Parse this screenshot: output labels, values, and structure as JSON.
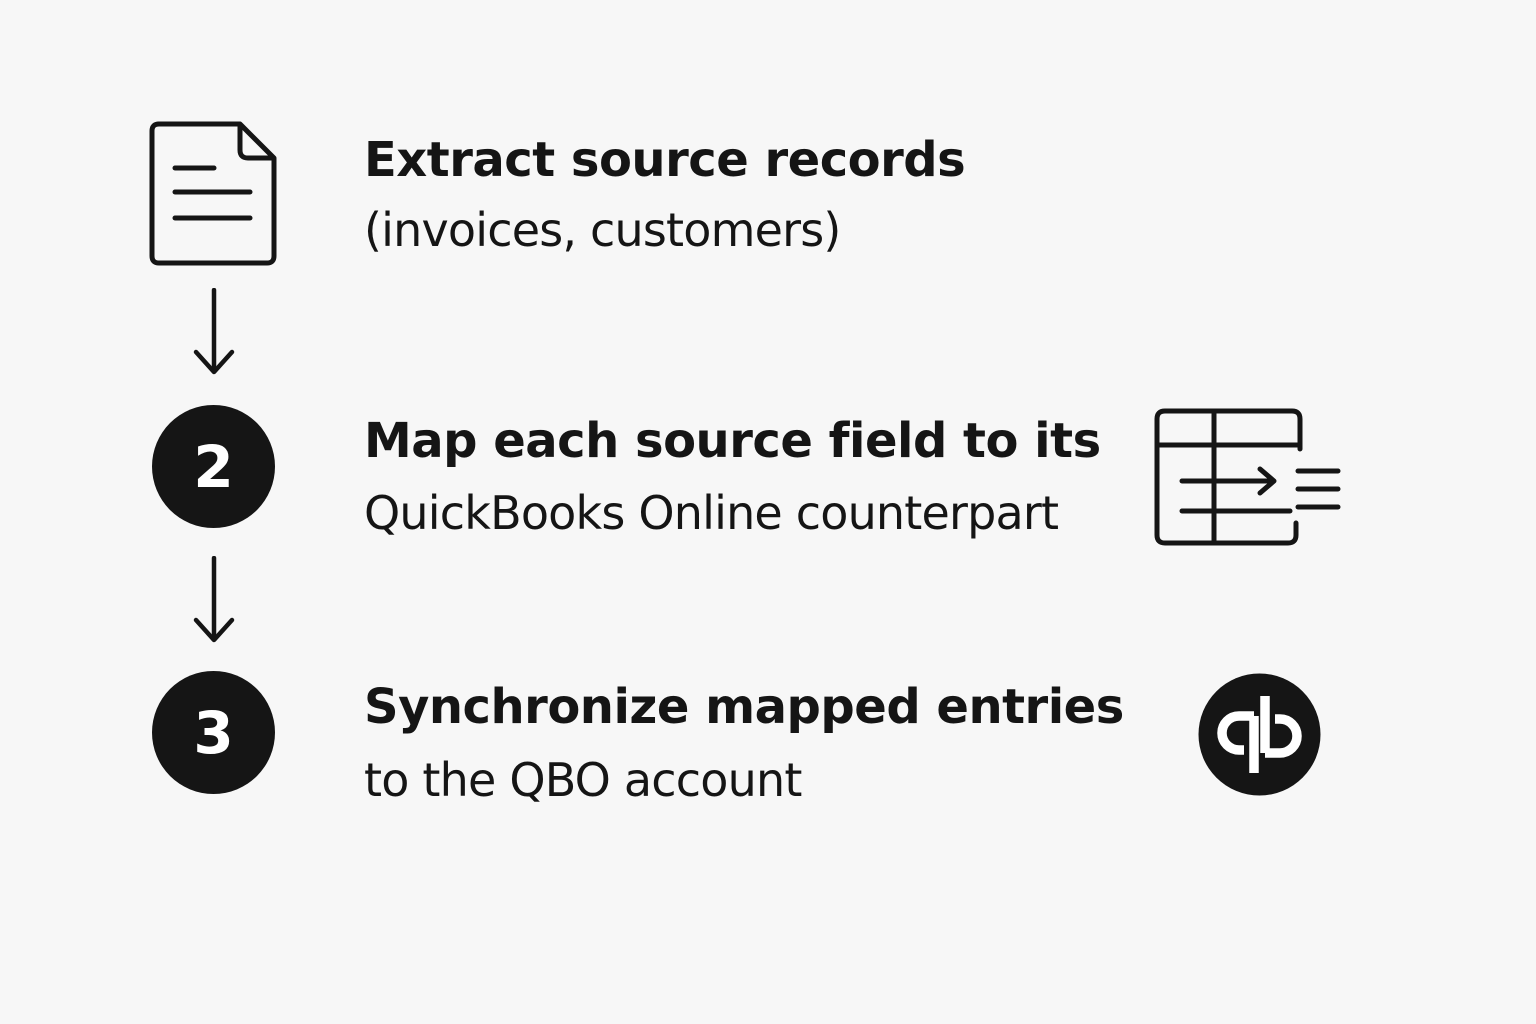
{
  "steps": [
    {
      "marker": "",
      "marker_icon": "document-icon",
      "title": "Extract source records",
      "description": "(invoices, customers)",
      "side_icon": ""
    },
    {
      "marker": "2",
      "title": "Map each source field to its",
      "description": "QuickBooks Online counterpart",
      "side_icon": "field-mapping-table-icon"
    },
    {
      "marker": "3",
      "title": "Synchronize mapped entries",
      "description": "to the QBO account",
      "side_icon": "quickbooks-logo-icon"
    }
  ],
  "colors": {
    "background": "#f7f7f7",
    "foreground": "#151515"
  }
}
